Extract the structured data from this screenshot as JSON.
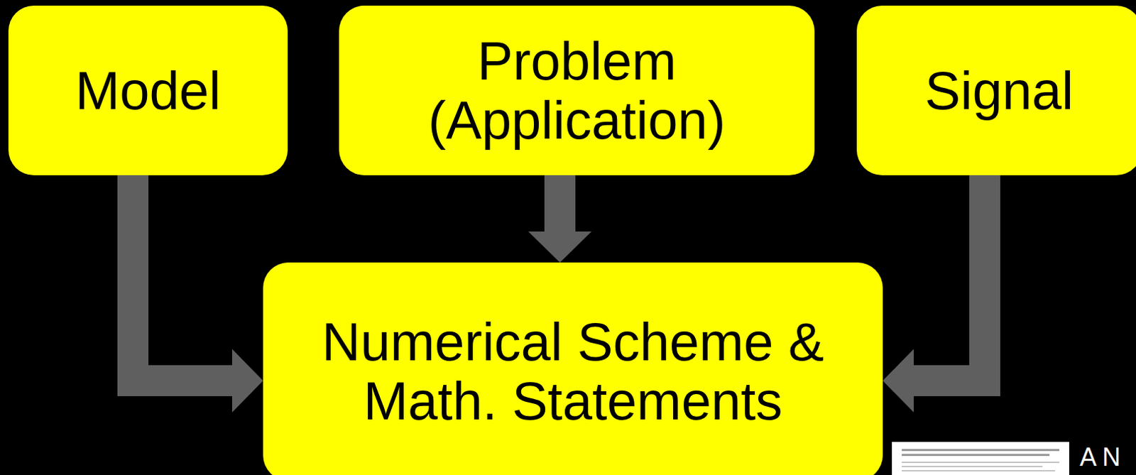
{
  "diagram": {
    "nodes": [
      {
        "text": [
          "Model"
        ]
      },
      {
        "text": [
          "Problem (Application)"
        ]
      },
      {
        "text": [
          "Signal"
        ]
      },
      {
        "text": [
          "Numerical Scheme & Math. Statements"
        ]
      }
    ],
    "edges": [
      {
        "from": 0,
        "to": 3,
        "arrow": "to"
      },
      {
        "from": 1,
        "to": 3,
        "arrow": "to"
      },
      {
        "from": 2,
        "to": 3,
        "arrow": "to"
      }
    ],
    "labels": [
      "A N"
    ]
  }
}
